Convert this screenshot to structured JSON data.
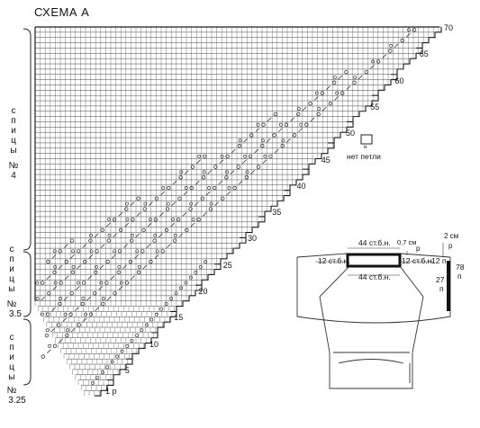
{
  "title": "СХЕМА  А",
  "needle_sections": [
    {
      "word": [
        "с",
        "п",
        "и",
        "ц",
        "ы"
      ],
      "number_label": "№",
      "number": "4"
    },
    {
      "word": [
        "с",
        "п",
        "и",
        "ц",
        "ы"
      ],
      "number_label": "№",
      "number": "3.5"
    },
    {
      "word": [
        "с",
        "п",
        "и",
        "ц",
        "ы"
      ],
      "number_label": "№",
      "number": "3.25"
    }
  ],
  "row_labels": [
    "70",
    "65",
    "60",
    "55",
    "50",
    "45",
    "40",
    "35",
    "30",
    "25",
    "20",
    "15",
    "10",
    "5",
    "1 р"
  ],
  "legend": {
    "marker": "н",
    "text": "нет петли"
  },
  "diagram": {
    "top_center": "44 ст.б.н.",
    "bottom_center": "44 ст.б.н.",
    "left_side": "12 ст.б.н.",
    "right_side": "12 ст.б.н.",
    "right_count": "12 п",
    "dim_07": "0,7 см",
    "dim_07_unit": "р",
    "dim_2": "2 см",
    "dim_2_unit": "р",
    "dim_78": "78",
    "dim_78_unit": "п",
    "dim_27": "27",
    "dim_27_unit": "п"
  },
  "colors": {
    "ink": "#1a1a1a",
    "grid": "#444444",
    "paper": "#ffffff"
  }
}
